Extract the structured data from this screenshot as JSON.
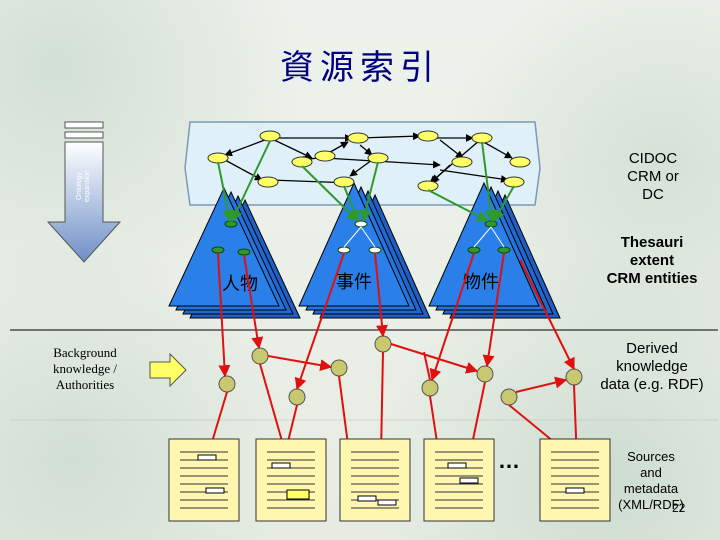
{
  "title": "資源索引",
  "ontology_arrow_label": [
    "Ontology",
    "expansion"
  ],
  "background_label": [
    "Background",
    "knowledge /",
    "Authorities"
  ],
  "right_labels": {
    "cidoc": [
      "CIDOC",
      "CRM or",
      "DC"
    ],
    "thesauri": [
      "Thesauri",
      "extent",
      "CRM entities"
    ],
    "derived": [
      "Derived",
      "knowledge",
      "data (e.g. RDF)"
    ],
    "sources": [
      "Sources",
      "and",
      "metadata",
      "(XML/RDF)"
    ]
  },
  "thesauri_groups": [
    "人物",
    "事件",
    "物件"
  ],
  "ellipsis": "…",
  "page_number": "22",
  "colors": {
    "title": "#000080",
    "ellipse_fill": "#ffff66",
    "triangle_fill": "#1e6fd9",
    "green_link": "#2e9a2e",
    "red_link": "#e01010",
    "node_fill": "#c8c870"
  }
}
